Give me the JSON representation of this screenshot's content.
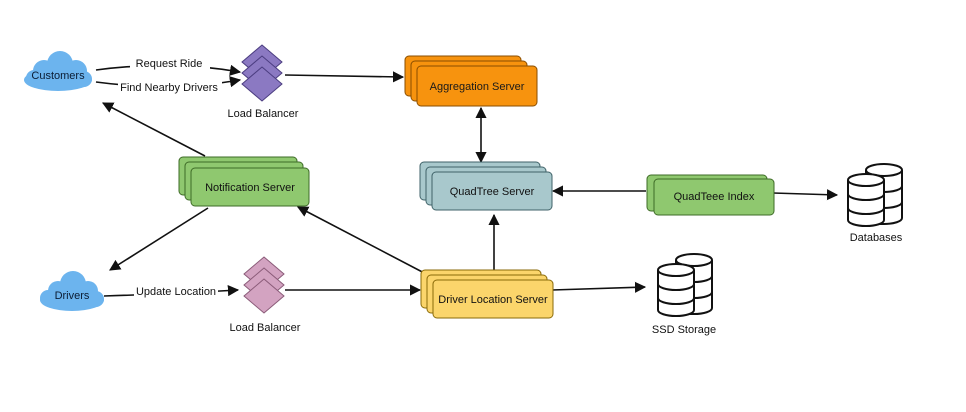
{
  "nodes": {
    "customers": {
      "label": "Customers",
      "icon": "cloud-icon",
      "color": "#6cb4ee"
    },
    "drivers": {
      "label": "Drivers",
      "icon": "cloud-icon",
      "color": "#6cb4ee"
    },
    "load_balancer_top": {
      "label": "Load Balancer",
      "color": "#8b79c2"
    },
    "load_balancer_bottom": {
      "label": "Load Balancer",
      "color": "#d3a3c1"
    },
    "aggregation_server": {
      "label": "Aggregation Server",
      "color": "#f7930e"
    },
    "notification_server": {
      "label": "Notification Server",
      "color": "#8fc86f"
    },
    "quadtree_server": {
      "label": "QuadTree Server",
      "color": "#a8c8cc"
    },
    "quadtree_index": {
      "label": "QuadTeee Index",
      "color": "#8fc86f"
    },
    "driver_location_server": {
      "label": "Driver Location Server",
      "color": "#fbd56b"
    },
    "databases": {
      "label": "Databases",
      "icon": "database-icon"
    },
    "ssd_storage": {
      "label": "SSD Storage",
      "icon": "database-icon"
    }
  },
  "edges": {
    "request_ride": "Request Ride",
    "find_nearby_drivers": "Find Nearby Drivers",
    "update_location": "Update Location"
  }
}
